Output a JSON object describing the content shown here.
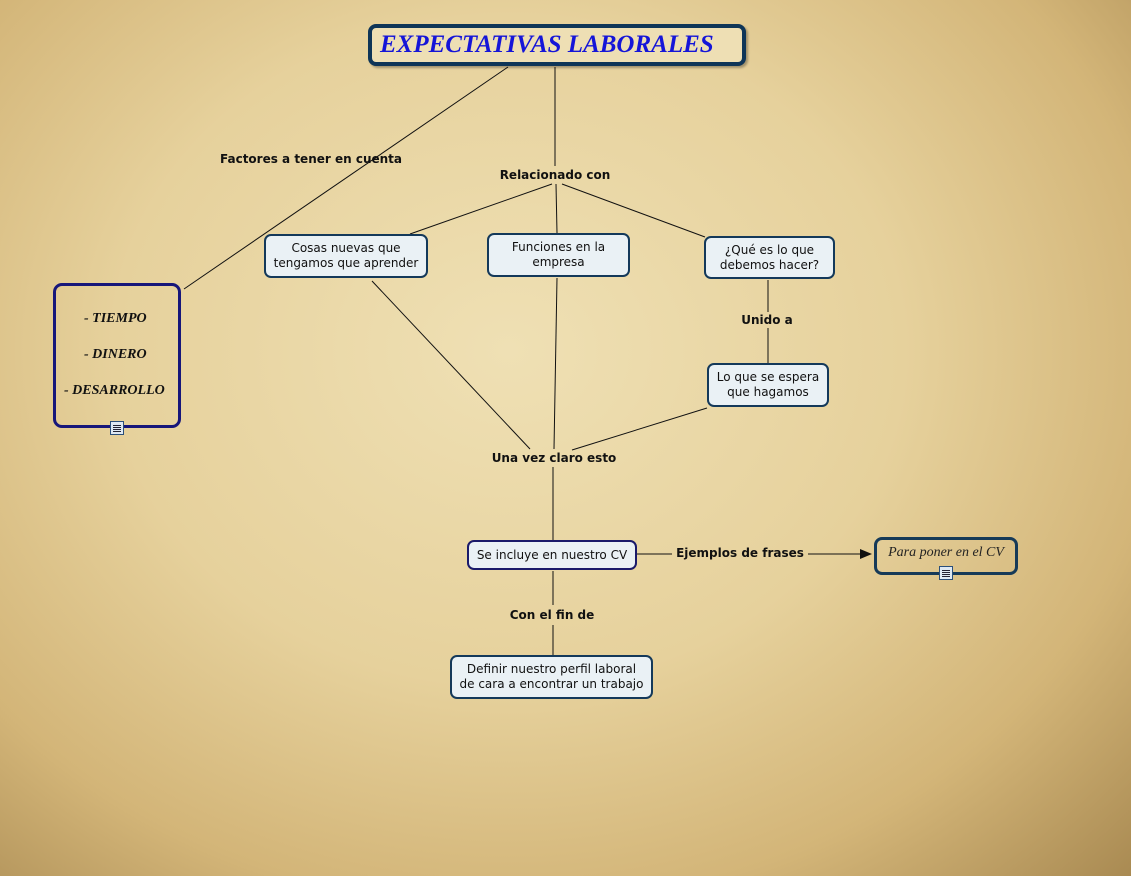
{
  "title": "EXPECTATIVAS LABORALES",
  "factors": {
    "items": [
      "- TIEMPO",
      "- DINERO",
      "- DESARROLLO"
    ],
    "attachment_icon": "document-icon"
  },
  "links": {
    "factores": "Factores a tener en cuenta",
    "relacionado": "Relacionado con",
    "unido": "Unido a",
    "una_vez": "Una vez claro esto",
    "ejemplos": "Ejemplos de frases",
    "con_fin": "Con el fin de"
  },
  "concepts": {
    "cosas": [
      "Cosas nuevas que",
      "tengamos que aprender"
    ],
    "funciones": [
      "Funciones en la",
      "empresa"
    ],
    "que_es": [
      "¿Qué es lo que",
      "debemos hacer?"
    ],
    "lo_que": [
      "Lo que se espera",
      "que hagamos"
    ],
    "se_incluye": "Se incluye en nuestro CV",
    "definir": [
      "Definir nuestro perfil laboral",
      "de cara a encontrar un trabajo"
    ],
    "para_poner": "Para poner en el CV"
  }
}
